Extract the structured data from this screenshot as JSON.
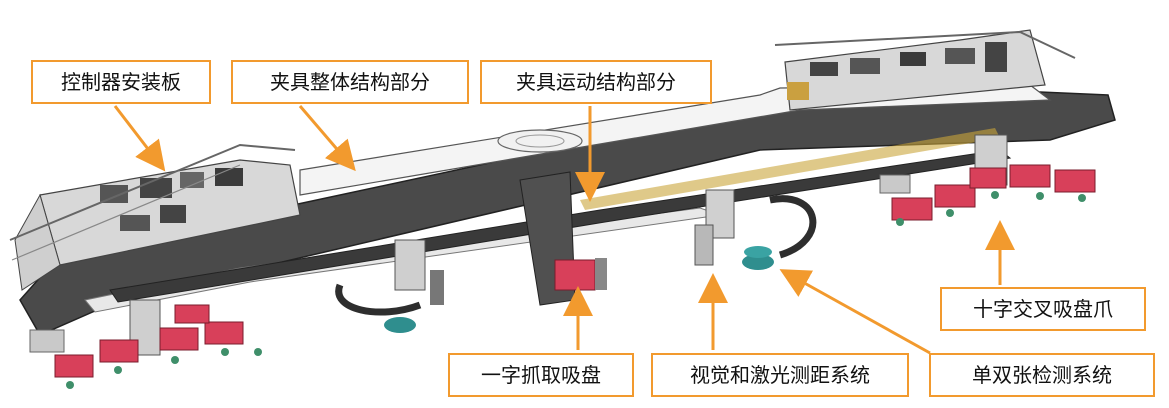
{
  "labels": {
    "controller_plate": "控制器安装板",
    "fixture_structure": "夹具整体结构部分",
    "fixture_motion": "夹具运动结构部分",
    "cross_suction_gripper": "十字交叉吸盘爪",
    "linear_suction_cup": "一字抓取吸盘",
    "vision_laser": "视觉和激光测距系统",
    "sheet_detection": "单双张检测系统"
  },
  "colors": {
    "frame": "#4a4a4a",
    "frame_dark": "#2e2e2e",
    "top_plate": "#f4f4f4",
    "panel": "#d8d8d8",
    "suction_red": "#d8405a",
    "suction_green": "#3f8f6a",
    "teal": "#2f8e8e",
    "callout_orange": "#f29a2e",
    "rail_yellow": "#c9a53a"
  }
}
